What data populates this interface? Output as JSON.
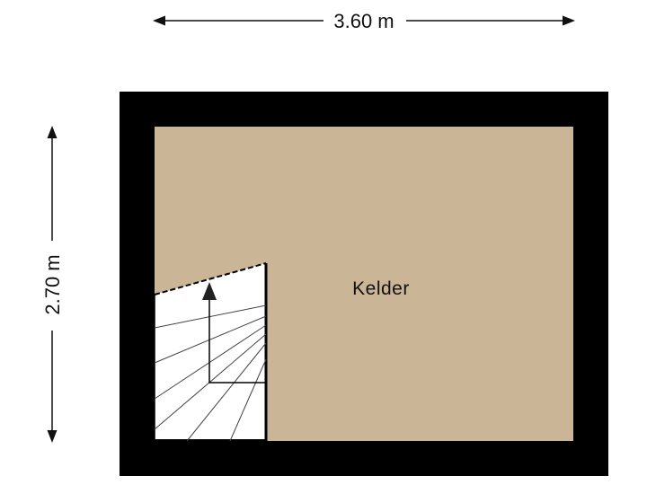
{
  "dimensions": {
    "width_label": "3.60 m",
    "height_label": "2.70 m"
  },
  "room": {
    "name": "Kelder",
    "floor_color": "#CBB597",
    "wall_color": "#000000"
  },
  "stairs": {
    "direction": "up"
  }
}
